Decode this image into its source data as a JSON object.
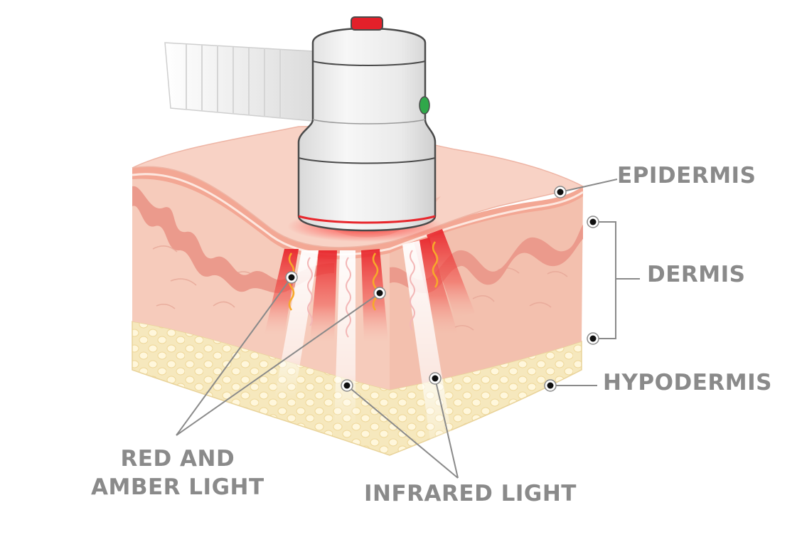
{
  "labels": {
    "epidermis": "EPIDERMIS",
    "dermis": "DERMIS",
    "hypodermis": "HYPODERMIS",
    "red_amber_line1": "RED AND",
    "red_amber_line2": "AMBER LIGHT",
    "infrared": "INFRARED LIGHT"
  },
  "colors": {
    "label_text": "#8a8a8a",
    "epidermis": "#e89a86",
    "dermis": "#f5c7b7",
    "hypodermis": "#f4e4b0",
    "red_light": "#e8262c",
    "amber_light": "#f7a92a",
    "device_body": "#ececec",
    "power_button": "#e3202a",
    "status_led": "#2fa84a"
  },
  "icons": {
    "callout_marker": "black-dot-icon"
  }
}
